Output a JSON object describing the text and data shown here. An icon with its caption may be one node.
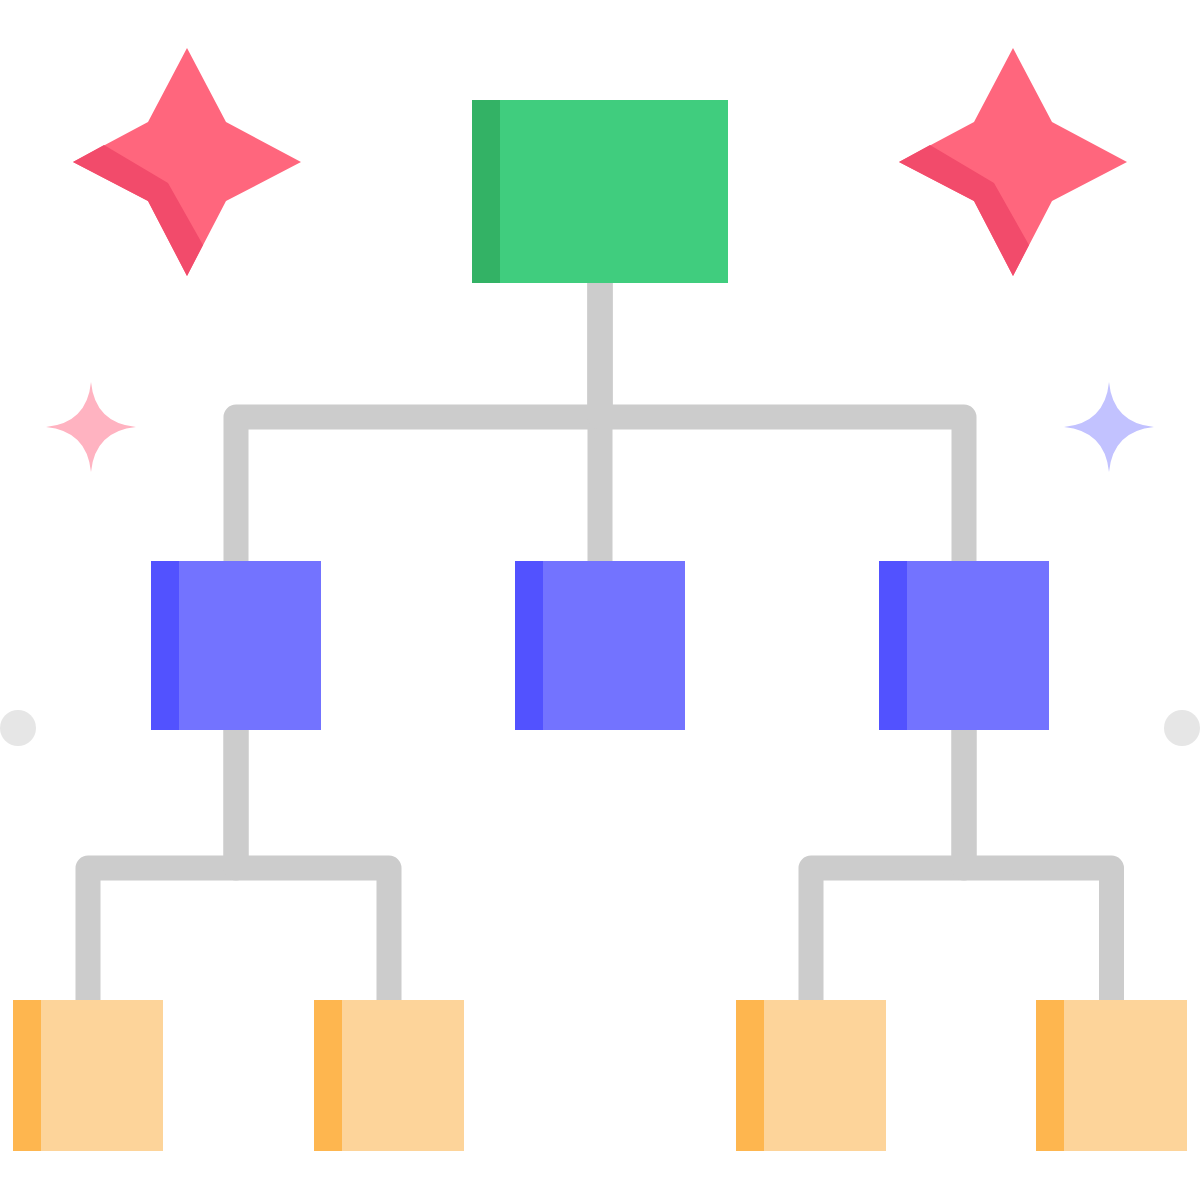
{
  "diagram": {
    "nodes": [
      {
        "text": [],
        "shape": "box"
      },
      {
        "text": [],
        "shape": "box"
      },
      {
        "text": [],
        "shape": "box"
      },
      {
        "text": [],
        "shape": "box"
      },
      {
        "text": [],
        "shape": "box"
      },
      {
        "text": [],
        "shape": "box"
      },
      {
        "text": [],
        "shape": "box"
      },
      {
        "text": [],
        "shape": "box"
      }
    ],
    "edges": [
      {
        "from": 0,
        "to": 1,
        "arrow": "none"
      },
      {
        "from": 0,
        "to": 2,
        "arrow": "none"
      },
      {
        "from": 0,
        "to": 3,
        "arrow": "none"
      },
      {
        "from": 1,
        "to": 4,
        "arrow": "none"
      },
      {
        "from": 1,
        "to": 5,
        "arrow": "none"
      },
      {
        "from": 3,
        "to": 6,
        "arrow": "none"
      },
      {
        "from": 3,
        "to": 7,
        "arrow": "none"
      }
    ]
  }
}
